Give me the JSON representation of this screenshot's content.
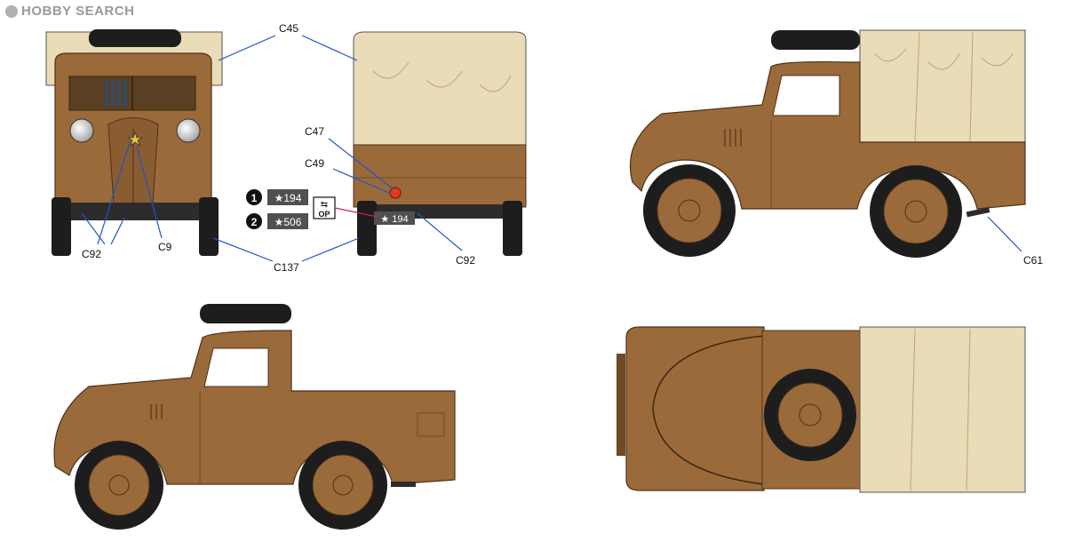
{
  "watermark": {
    "text": "HOBBY SEARCH",
    "icon": "hobby-search-logo-icon"
  },
  "colors": {
    "body": "#9b6a3a",
    "body_dark": "#6f4a25",
    "canvas": "#e9dcb6",
    "canvas_line": "#b8a77a",
    "tire": "#1d1d1d",
    "chassis": "#2c2c2c",
    "leader_blue": "#1f55c8",
    "leader_red": "#c81f4d",
    "plate_bg": "#505050",
    "plate_text": "#ffffff",
    "star": "#e4c34a"
  },
  "callouts": {
    "c45": "C45",
    "c47": "C47",
    "c49": "C49",
    "c92_front": "C92",
    "c9": "C9",
    "c137": "C137",
    "c92_rear": "C92",
    "c61": "C61"
  },
  "markings": {
    "option1_number": "1",
    "option1_plate": "★194",
    "option2_number": "2",
    "option2_plate": "★506",
    "op_sign": "OP",
    "rear_plate": "★ 194"
  },
  "views": [
    "front-view",
    "rear-view",
    "right-side-view",
    "left-side-view",
    "top-view"
  ]
}
